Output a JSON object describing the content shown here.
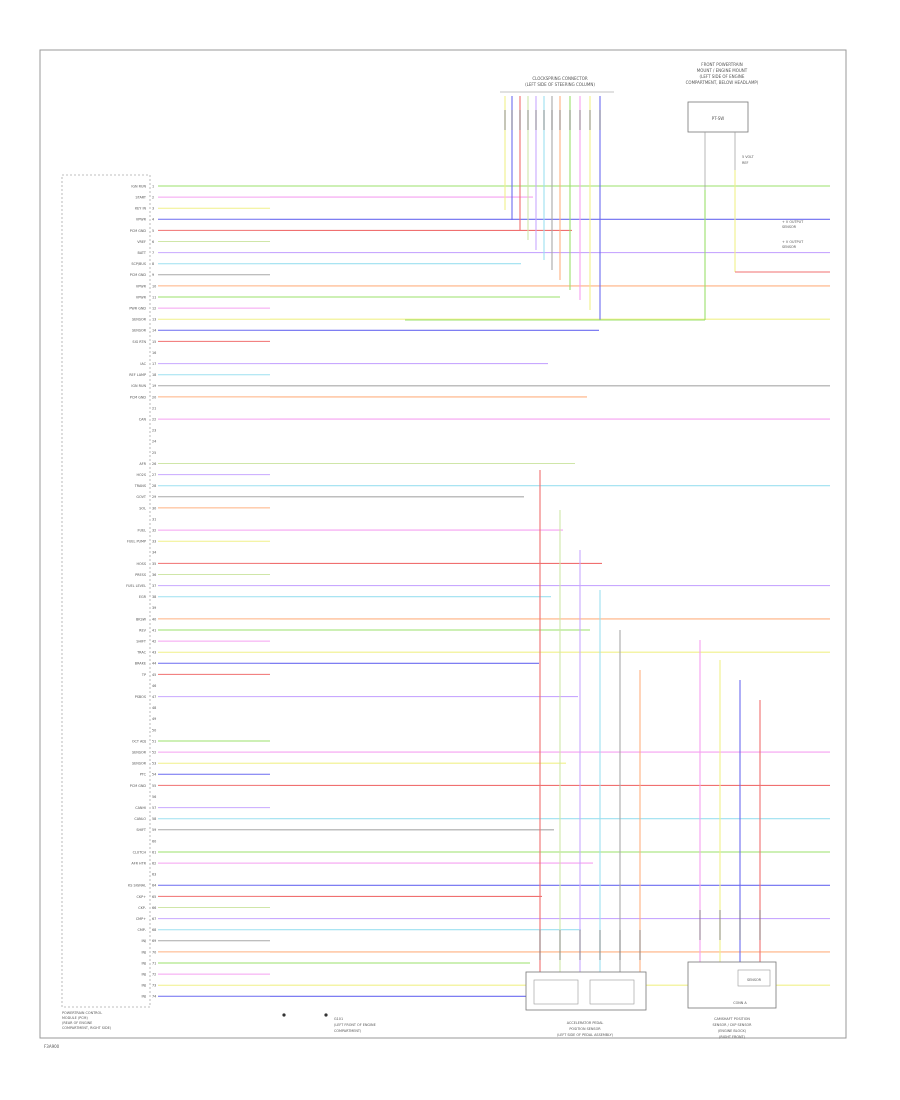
{
  "diagram": {
    "page_label": "F3A900",
    "module_caption": [
      "POWERTRAIN CONTROL",
      "MODULE (PCM)",
      "(REAR OF ENGINE",
      "COMPARTMENT, RIGHT SIDE)"
    ],
    "connector_top_caption": [
      "CLOCKSPRING CONNECTOR",
      "(LEFT SIDE OF STEERING COLUMN)"
    ],
    "switch_caption": [
      "FRONT POWERTRAIN",
      "MOUNT / ENGINE MOUNT",
      "(LEFT SIDE OF ENGINE",
      "COMPARTMENT, BELOW HEADLAMP)"
    ],
    "switch_box_label": "PT-SW",
    "switch_side_labels": [
      "5 VOLT",
      "REF",
      "+ V OUTPUT",
      "SENSOR",
      "+ V OUTPUT",
      "SENSOR"
    ],
    "bottom_ground_caption": [
      "G101",
      "(LEFT FRONT OF ENGINE",
      "COMPARTMENT)"
    ],
    "bottom_left_module_caption": [
      "ACCELERATOR PEDAL",
      "POSITION SENSOR",
      "(LEFT SIDE OF PEDAL ASSEMBLY)"
    ],
    "bottom_right_module_caption": [
      "CAMSHAFT POSITION",
      "SENSOR / CKP SENSOR",
      "(ENGINE BLOCK)",
      "(RIGHT FRONT)"
    ],
    "bottom_right_box_label": "SENSOR",
    "bottom_right_box_sublabel": "CONN A"
  },
  "pin_labels": [
    "IGN RUN",
    "START",
    "KEY IN",
    "VPWR",
    "PCM GND",
    "VREF",
    "BATT",
    "SCP/BUS",
    "PCM GND",
    "VPWR",
    "VPWR",
    "PWR GND",
    "SENSOR",
    "SENSOR",
    "SIG RTN",
    "",
    "IAC",
    "REF LAMP",
    "IGN RUN",
    "PCM GND",
    "",
    "CAN",
    "",
    "",
    "",
    "AFR",
    "HO2S",
    "TRANS",
    "GOVT",
    "SOL",
    "",
    "FUEL",
    "FUEL PUMP",
    "",
    "HOSS",
    "PRESS",
    "FUEL LEVEL",
    "EGR",
    "",
    "BKSW",
    "REV",
    "SHIFT",
    "TRAC",
    "BRAKE",
    "TP",
    "",
    "PSBOS",
    "",
    "",
    "",
    "OCT ADJ",
    "SENSOR",
    "SENSOR",
    "PTC",
    "PCM GND",
    "",
    "CANHI",
    "CANLO",
    "SHIFT",
    "",
    "CLUTCH",
    "AFR HTR",
    "",
    "KS SIGNAL",
    "CKP+",
    "CKP-",
    "CMP+",
    "CMP-",
    "INJ",
    "INJ",
    "INJ",
    "INJ",
    "INJ",
    "INJ"
  ]
}
